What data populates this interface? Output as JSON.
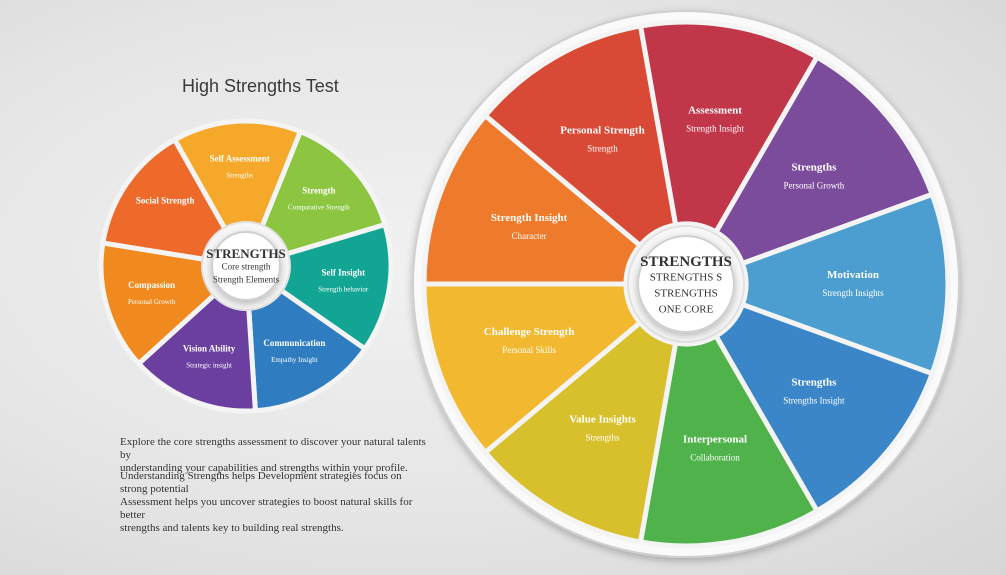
{
  "title": "High Strengths Test",
  "left_wheel": {
    "center_lines": [
      "STRENGTHS",
      "Core strength",
      "Strength Elements"
    ],
    "segments": [
      {
        "label": "Strength",
        "text": "Comparative Strength",
        "color": "#8cc640"
      },
      {
        "label": "Self Insight",
        "text": "Strength behavior",
        "color": "#12a593"
      },
      {
        "label": "Communication",
        "text": "Empathy Insight",
        "color": "#2f7dc0"
      },
      {
        "label": "Vision Ability",
        "text": "Strategic insight",
        "color": "#6b3fa0"
      },
      {
        "label": "Compassion",
        "text": "Personal Growth",
        "color": "#f08a1f"
      },
      {
        "label": "Social Strength",
        "text": "",
        "color": "#ee6a2a"
      },
      {
        "label": "Self Assessment",
        "text": "Strengths",
        "color": "#f6a82a"
      }
    ]
  },
  "right_wheel": {
    "center_lines": [
      "STRENGTHS",
      "STRENGTHS S",
      "STRENGTHS",
      "ONE CORE"
    ],
    "segments": [
      {
        "label": "Assessment",
        "text": "Strength Insight",
        "color": "#c2364a"
      },
      {
        "label": "Strengths",
        "text": "Personal Growth",
        "color": "#7c4c9c"
      },
      {
        "label": "Motivation",
        "text": "Strength Insights",
        "color": "#4c9ed0"
      },
      {
        "label": "Strengths",
        "text": "Strengths Insight",
        "color": "#3b86c9"
      },
      {
        "label": "Interpersonal",
        "text": "Collaboration",
        "color": "#50b24b"
      },
      {
        "label": "Value Insights",
        "text": "Strengths",
        "color": "#d8c02c"
      },
      {
        "label": "Challenge Strength",
        "text": "Personal Skills",
        "color": "#f2b82f"
      },
      {
        "label": "Strength Insight",
        "text": "Character",
        "color": "#ee7a2c"
      },
      {
        "label": "Personal Strength",
        "text": "Strength",
        "color": "#d84a36"
      }
    ]
  },
  "captions": {
    "block1": [
      "Explore the core strengths assessment to discover your natural talents by",
      "understanding your capabilities and strengths within your profile."
    ],
    "block2": [
      "Understanding Strengths helps Development strategies focus on strong potential",
      "Assessment helps you uncover strategies to boost natural skills for better",
      "strengths and talents key to building real strengths."
    ]
  }
}
